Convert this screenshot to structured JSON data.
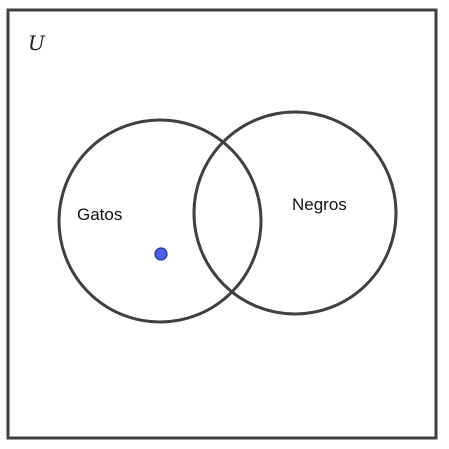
{
  "diagram": {
    "universe_label": "U",
    "sets": [
      {
        "label": "Gatos"
      },
      {
        "label": "Negros"
      }
    ],
    "colors": {
      "stroke": "#404040",
      "point_fill": "#4f5ee8",
      "point_stroke": "#23308a",
      "background": "#ffffff"
    }
  }
}
